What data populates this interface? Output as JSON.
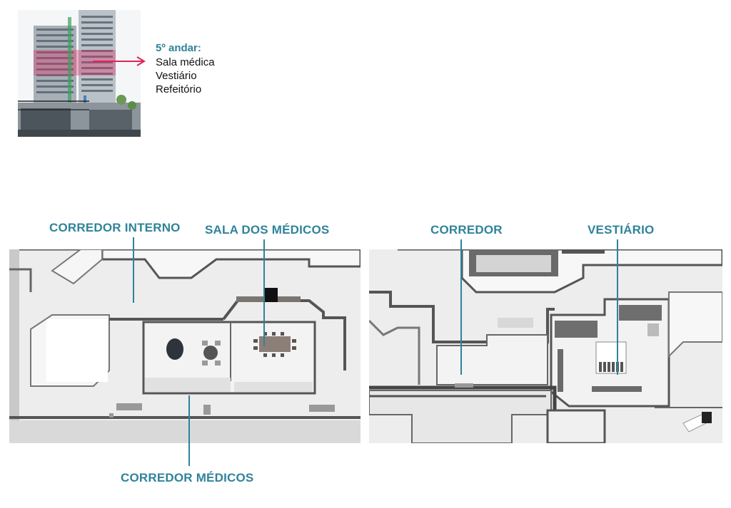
{
  "floor_callout": {
    "title": "5º andar:",
    "items": [
      "Sala médica",
      "Vestiário",
      "Refeitório"
    ],
    "arrow_color": "#e0245e"
  },
  "plan_left": {
    "labels": {
      "internal_corridor": "CORREDOR INTERNO",
      "doctors_room": "SALA DOS MÉDICOS",
      "doctors_corridor": "CORREDOR MÉDICOS"
    }
  },
  "plan_right": {
    "labels": {
      "corridor": "CORREDOR",
      "locker_room": "VESTIÁRIO"
    }
  },
  "colors": {
    "label": "#2f8399",
    "highlight": "#e0245e"
  }
}
